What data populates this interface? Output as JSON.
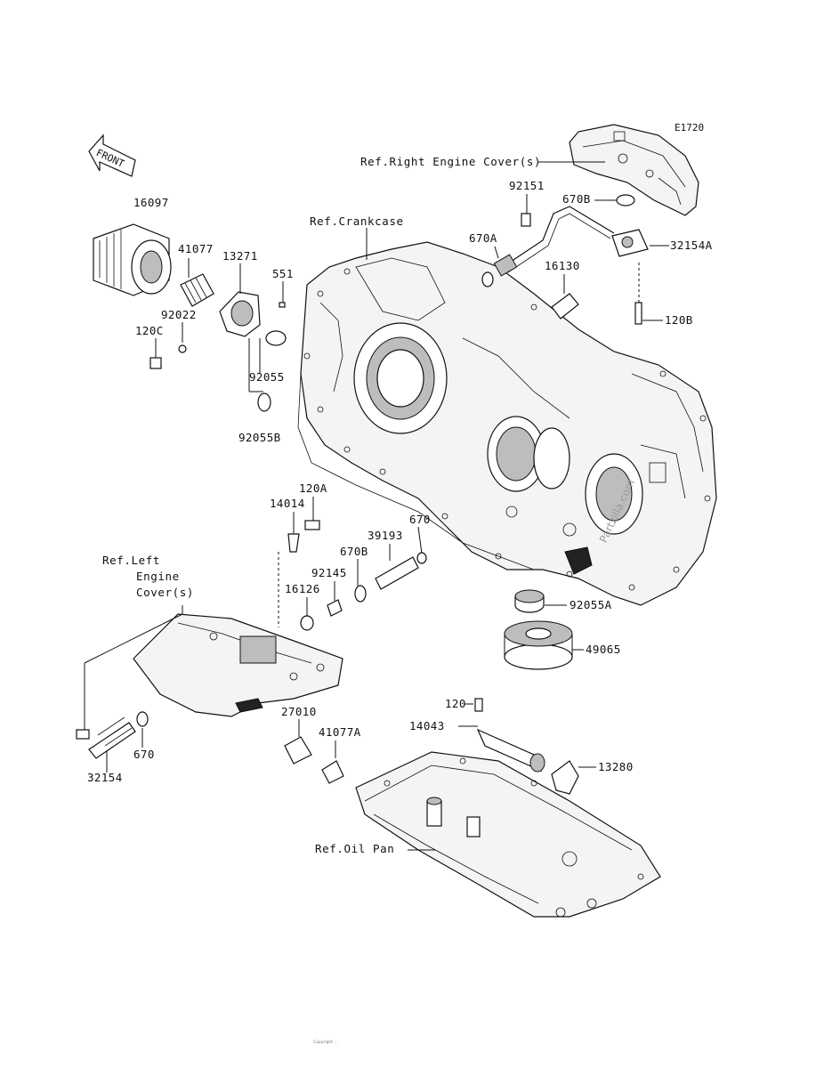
{
  "diagram_code": "E1720",
  "front_label": "FRONT",
  "watermark": "Partzilla.com",
  "footer_text": "Copyright ...",
  "refs": {
    "right_cover": "Ref.Right Engine Cover(s)",
    "crankcase": "Ref.Crankcase",
    "left_cover_1": "Ref.Left",
    "left_cover_2": "Engine",
    "left_cover_3": "Cover(s)",
    "oil_pan": "Ref.Oil Pan"
  },
  "parts": {
    "p16097": "16097",
    "p41077": "41077",
    "p13271": "13271",
    "p551": "551",
    "p92022": "92022",
    "p120C": "120C",
    "p92055": "92055",
    "p92055B": "92055B",
    "p92151": "92151",
    "p670B_top": "670B",
    "p670A": "670A",
    "p32154A": "32154A",
    "p16130": "16130",
    "p120B": "120B",
    "p120A": "120A",
    "p14014": "14014",
    "p670_mid": "670",
    "p39193": "39193",
    "p670B_mid": "670B",
    "p92145": "92145",
    "p16126": "16126",
    "p92055A": "92055A",
    "p49065": "49065",
    "p120": "120",
    "p14043": "14043",
    "p27010": "27010",
    "p41077A": "41077A",
    "p13280": "13280",
    "p670_low": "670",
    "p32154": "32154"
  }
}
